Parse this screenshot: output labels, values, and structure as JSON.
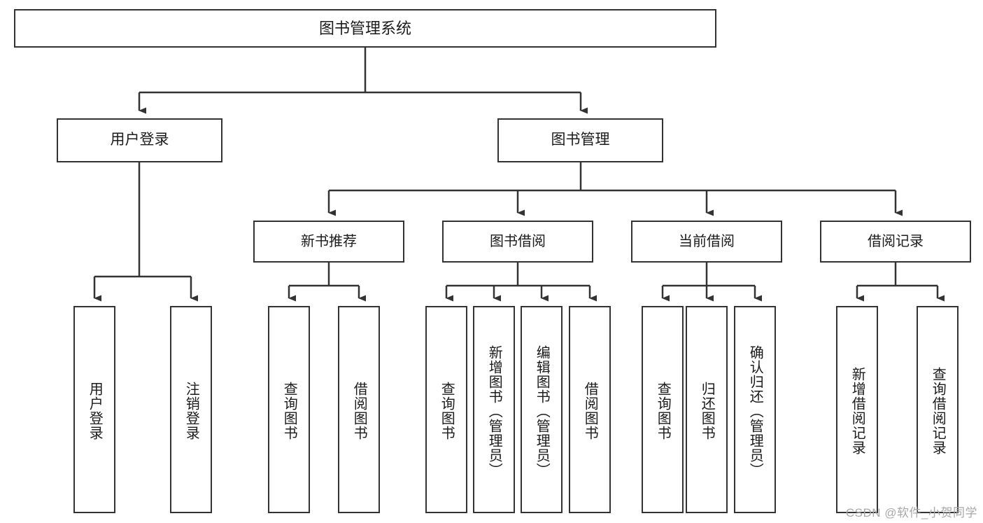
{
  "diagram": {
    "title_node": {
      "label": "图书管理系统"
    },
    "level1": [
      {
        "id": "user-login",
        "label": "用户登录"
      },
      {
        "id": "book-management",
        "label": "图书管理"
      }
    ],
    "level2": [
      {
        "id": "new-book-recommend",
        "label": "新书推荐"
      },
      {
        "id": "book-borrow",
        "label": "图书借阅"
      },
      {
        "id": "current-borrow",
        "label": "当前借阅"
      },
      {
        "id": "borrow-record",
        "label": "借阅记录"
      }
    ],
    "leaves": [
      {
        "id": "leaf-user-login",
        "label": "用户登录",
        "parent": "user-login"
      },
      {
        "id": "leaf-logout-login",
        "label": "注销登录",
        "parent": "user-login"
      },
      {
        "id": "leaf-query-book-1",
        "label": "查询图书",
        "parent": "new-book-recommend"
      },
      {
        "id": "leaf-borrow-book-1",
        "label": "借阅图书",
        "parent": "new-book-recommend"
      },
      {
        "id": "leaf-query-book-2",
        "label": "查询图书",
        "parent": "book-borrow"
      },
      {
        "id": "leaf-add-book",
        "label": "新增图书（管理员）",
        "parent": "book-borrow"
      },
      {
        "id": "leaf-edit-book",
        "label": "编辑图书（管理员）",
        "parent": "book-borrow"
      },
      {
        "id": "leaf-borrow-book-2",
        "label": "借阅图书",
        "parent": "book-borrow"
      },
      {
        "id": "leaf-query-book-3",
        "label": "查询图书",
        "parent": "current-borrow"
      },
      {
        "id": "leaf-return-book",
        "label": "归还图书",
        "parent": "current-borrow"
      },
      {
        "id": "leaf-confirm-return",
        "label": "确认归还（管理员）",
        "parent": "current-borrow"
      },
      {
        "id": "leaf-add-record",
        "label": "新增借阅记录",
        "parent": "borrow-record"
      },
      {
        "id": "leaf-query-record",
        "label": "查询借阅记录",
        "parent": "borrow-record"
      }
    ]
  },
  "watermark": {
    "text": "CSDN @软件_小贺同学"
  },
  "colors": {
    "stroke": "#333333",
    "background": "#ffffff",
    "text": "#1b1b1b",
    "watermark": "#a8a8a8"
  }
}
